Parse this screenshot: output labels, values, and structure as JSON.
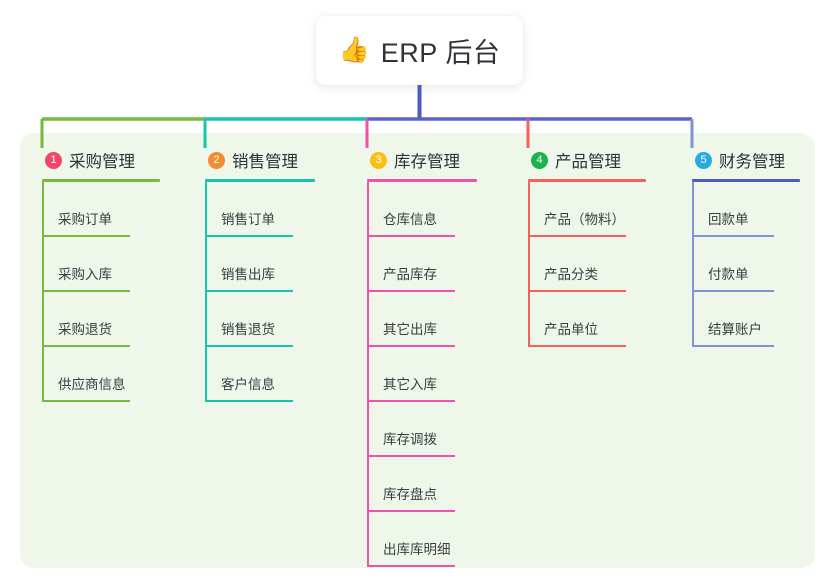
{
  "diagram": {
    "type": "mind-map",
    "root": {
      "icon": "thumbs-up-icon",
      "emoji": "👍",
      "title": "ERP 后台"
    },
    "panel_color": "#eef7e9",
    "trunk_color": "#4a5bc4",
    "branches": [
      {
        "index": "1",
        "title": "采购管理",
        "badge_color": "#f4456b",
        "rule_color": "#76bb3f",
        "line_color": "#76bb3f",
        "bus_color": "#76bb3f",
        "items": [
          {
            "label": "采购订单"
          },
          {
            "label": "采购入库"
          },
          {
            "label": "采购退货"
          },
          {
            "label": "供应商信息"
          }
        ]
      },
      {
        "index": "2",
        "title": "销售管理",
        "badge_color": "#f58a2e",
        "rule_color": "#14c6ac",
        "line_color": "#14c6ac",
        "bus_color": "#14c6ac",
        "items": [
          {
            "label": "销售订单"
          },
          {
            "label": "销售出库"
          },
          {
            "label": "销售退货"
          },
          {
            "label": "客户信息"
          }
        ]
      },
      {
        "index": "3",
        "title": "库存管理",
        "badge_color": "#fbbf13",
        "rule_color": "#ef52a8",
        "line_color": "#ef52a8",
        "bus_color": "#5a63cd",
        "items": [
          {
            "label": "仓库信息"
          },
          {
            "label": "产品库存"
          },
          {
            "label": "其它出库"
          },
          {
            "label": "其它入库"
          },
          {
            "label": "库存调拨"
          },
          {
            "label": "库存盘点"
          },
          {
            "label": "出库库明细"
          }
        ]
      },
      {
        "index": "4",
        "title": "产品管理",
        "badge_color": "#1bb34a",
        "rule_color": "#f4625c",
        "line_color": "#f4625c",
        "bus_color": "#5a63cd",
        "items": [
          {
            "label": "产品（物料）"
          },
          {
            "label": "产品分类"
          },
          {
            "label": "产品单位"
          }
        ]
      },
      {
        "index": "5",
        "title": "财务管理",
        "badge_color": "#29aae1",
        "rule_color": "#4a5bc4",
        "line_color": "#7f93d8",
        "bus_color": "#5a63cd",
        "items": [
          {
            "label": "回款单"
          },
          {
            "label": "付款单"
          },
          {
            "label": "结算账户"
          }
        ]
      }
    ]
  }
}
